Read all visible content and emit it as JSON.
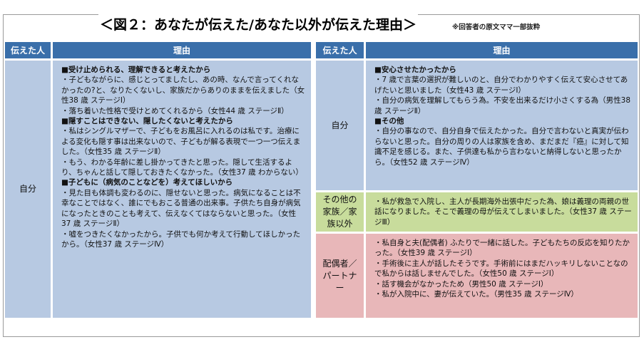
{
  "title": "＜図２：あなたが伝えた/あなた以外が伝えた理由＞",
  "note": "※回答者の原文ママ一部抜粋",
  "headers": {
    "left_who": "伝えた人",
    "left_reason": "理由",
    "right_who": "伝えた人",
    "right_reason": "理由"
  },
  "left": {
    "who": "自分",
    "lines": [
      {
        "t": "■受け止められる、理解できると考えたから",
        "h": true
      },
      {
        "t": "・子どもながらに、感じとってましたし、あの時、なんで言ってくれなかったの?と、なりたくないし、家族だからありのままを伝えました（女性38 歳 ステージⅠ）"
      },
      {
        "t": "・落ち着いた性格で受けとめてくれるから（女性44 歳 ステージⅡ）"
      },
      {
        "t": "■隠すことはできない、隠したくないと考えたから",
        "h": true
      },
      {
        "t": "・私はシングルマザーで、子どもをお風呂に入れるのは私です。治療による変化も隠す事は出来ないので、子どもが解る表現で一つ一つ伝えました。（女性35 歳 ステージⅡ）"
      },
      {
        "t": "・もう、わかる年齢に差し掛かってきたと思った。隠して生活するより、ちゃんと話して隠しておきたくなかった。（女性37 歳 わからない）"
      },
      {
        "t": "■子どもに（病気のことなどを）考えてほしいから",
        "h": true
      },
      {
        "t": "・見た目も体調も変わるのに、隠せないと思った。病気になることは不幸なことではなく、誰にでもおこる普通の出来事。子供たち自身が病気になったときのことも考えて、伝えなくてはならないと思った。（女性37 歳 ステージⅡ）"
      },
      {
        "t": "・嘘をつきたくなかったから。子供でも何か考えて行動してほしかったから。（女性37 歳 ステージⅣ）"
      }
    ]
  },
  "right": [
    {
      "who": "自分",
      "lines": [
        {
          "t": "■安心させたかったから",
          "h": true
        },
        {
          "t": "・7 歳で言葉の選択が難しいのと、自分でわかりやすく伝えて安心させてあげたいと思いました（女性43 歳 ステージⅠ）"
        },
        {
          "t": "・自分の病気を理解してもらう為。不安を出来るだけ小さくする為（男性38 歳 ステージⅡ）"
        },
        {
          "t": "■その他",
          "h": true
        },
        {
          "t": "・自分の事なので、自分自身で伝えたかった。自分で言わないと真実が伝わらないと思った。自分の周りの人は家族を含め、まだまだ『癌』に対して知識不足を感じる。また、子供達も私から言わないと納得しないと思ったから。（女性52 歳 ステージⅣ）"
        }
      ]
    },
    {
      "who": "その他の家族／家族以外",
      "lines": [
        {
          "t": "・私が救急で入院し、主人が長期海外出張中だった為、娘は義理の両親の世話になりました。そこで義理の母が伝えてしまいました。（女性37 歳 ステージⅢ）"
        }
      ]
    },
    {
      "who": "配偶者／パートナー",
      "lines": [
        {
          "t": "・私自身と夫(配偶者) ふたりで一緒に話した。子どもたちの反応を知りたかった。（女性39 歳 ステージⅠ）"
        },
        {
          "t": "・手術後に主人が話したそうです。手術前にはまだハッキリしないことなので私からは話しませんでした。（女性50 歳 ステージⅠ）"
        },
        {
          "t": "・話す機会がなかったため（男性50 歳 ステージⅠ）"
        },
        {
          "t": "・私が入院中に、妻が伝えていた。（男性35 歳 ステージⅣ）"
        }
      ]
    }
  ]
}
